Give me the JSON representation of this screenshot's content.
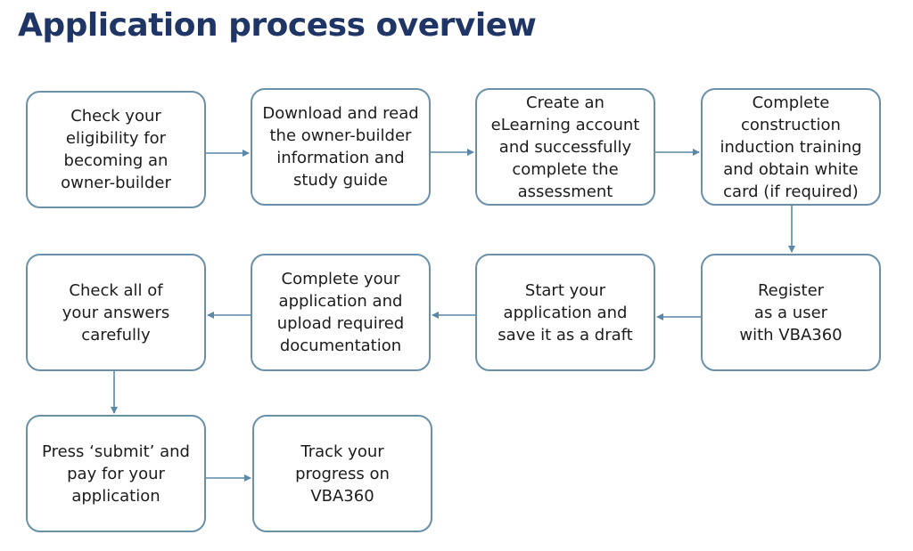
{
  "page": {
    "title": "Application process overview"
  },
  "colors": {
    "title": "#1f3565",
    "box_border": "#6a90a8",
    "arrow": "#5a88a8",
    "text": "#1c1c1c"
  },
  "steps": [
    {
      "label": "Check your\neligibility for\nbecoming an\nowner-builder"
    },
    {
      "label": "Download and read\nthe owner-builder\ninformation and\nstudy guide"
    },
    {
      "label": "Create an\neLearning account\nand successfully\ncomplete the\nassessment"
    },
    {
      "label": "Complete\nconstruction\ninduction training\nand obtain white\ncard (if required)"
    },
    {
      "label": "Register\nas a user\nwith VBA360"
    },
    {
      "label": "Start your\napplication and\nsave it as a draft"
    },
    {
      "label": "Complete your\napplication and\nupload required\ndocumentation"
    },
    {
      "label": "Check all of\nyour answers\ncarefully"
    },
    {
      "label": "Press ‘submit’ and\npay for your\napplication"
    },
    {
      "label": "Track your\nprogress on\nVBA360"
    }
  ]
}
